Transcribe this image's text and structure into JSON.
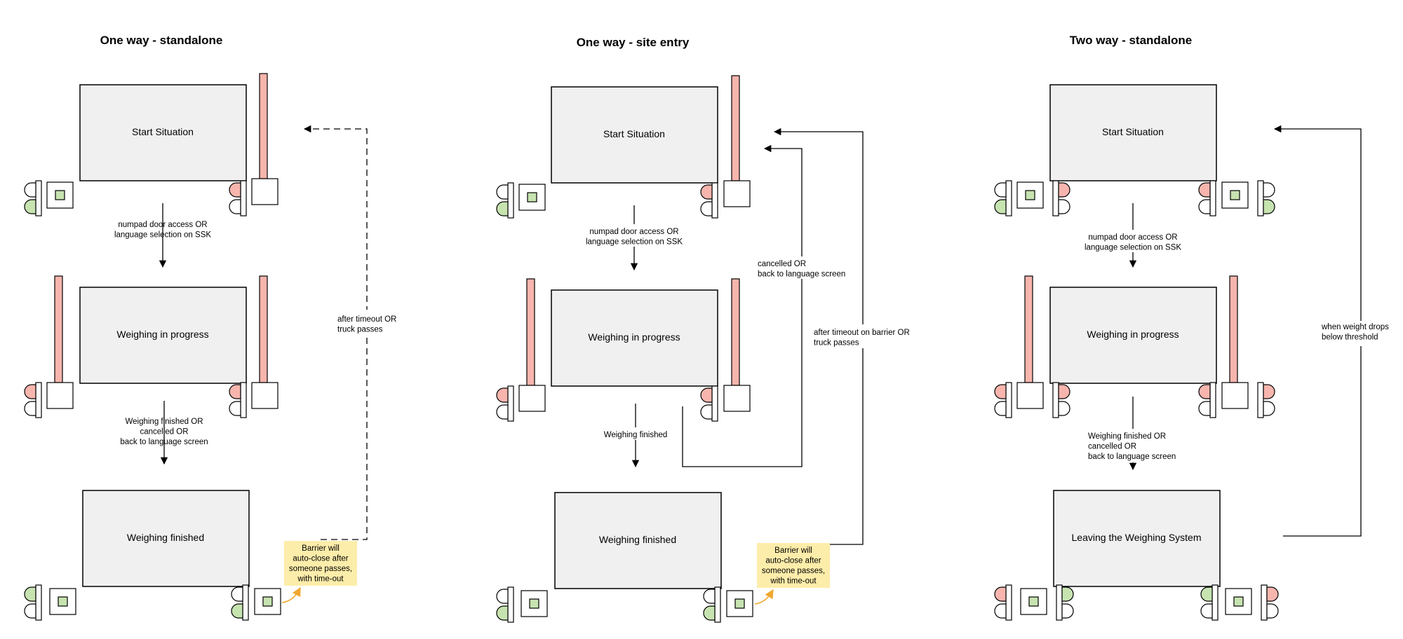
{
  "colors": {
    "light_red": "#f7b5ad",
    "light_green": "#c6e3b0",
    "inner_green": "#c6e3b0",
    "state_fill": "#f0f0f0",
    "note_fill": "#fdedaa",
    "note_arrow": "#f0a830"
  },
  "diagrams": [
    {
      "title": "One way - standalone",
      "states": [
        "Start Situation",
        "Weighing in progress",
        "Weighing finished"
      ],
      "transitions": [
        "numpad door access OR\nlanguage selection on SSK",
        "Weighing finished OR\ncancelled OR\nback to language screen"
      ],
      "loop_label": "after timeout OR\ntruck passes",
      "note": "Barrier will\nauto-close after\nsomeone passes,\nwith time-out"
    },
    {
      "title": "One way - site entry",
      "states": [
        "Start Situation",
        "Weighing in progress",
        "Weighing finished"
      ],
      "transitions": [
        "numpad door access  OR\nlanguage selection on SSK",
        "Weighing finished"
      ],
      "cancel_label": "cancelled OR\nback to language screen",
      "loop_label": "after timeout on barrier OR\ntruck passes",
      "note": "Barrier will\nauto-close after\nsomeone passes,\nwith time-out"
    },
    {
      "title": "Two way - standalone",
      "states": [
        "Start Situation",
        "Weighing in progress",
        "Leaving the Weighing System"
      ],
      "transitions": [
        "numpad door access  OR\nlanguage selection on SSK",
        "Weighing finished OR\ncancelled OR\nback to language screen"
      ],
      "loop_label": "when weight drops\nbelow threshold"
    }
  ]
}
